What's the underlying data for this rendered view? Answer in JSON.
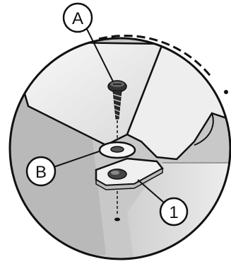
{
  "callouts": {
    "screw": "A",
    "washer": "B",
    "bracket": "1"
  },
  "colors": {
    "background_surface": "#c9c9c9",
    "upper_panel": "#f2f2f2",
    "lower_panel": "#dcdcdc",
    "outline": "#111111",
    "screw_metal": "#2a2a2a"
  }
}
